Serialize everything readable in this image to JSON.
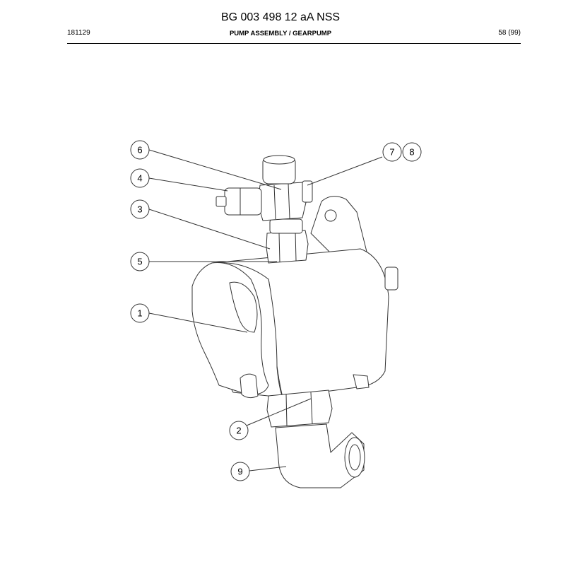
{
  "header": {
    "title": "BG 003 498 12 aA NSS",
    "left": "181129",
    "center": "PUMP ASSEMBLY / GEARPUMP",
    "right": "58 (99)"
  },
  "callouts": [
    {
      "id": "c6",
      "label": "6"
    },
    {
      "id": "c4",
      "label": "4"
    },
    {
      "id": "c3",
      "label": "3"
    },
    {
      "id": "c5",
      "label": "5"
    },
    {
      "id": "c1",
      "label": "1"
    },
    {
      "id": "c7",
      "label": "7"
    },
    {
      "id": "c8",
      "label": "8"
    },
    {
      "id": "c2",
      "label": "2"
    },
    {
      "id": "c9",
      "label": "9"
    }
  ]
}
